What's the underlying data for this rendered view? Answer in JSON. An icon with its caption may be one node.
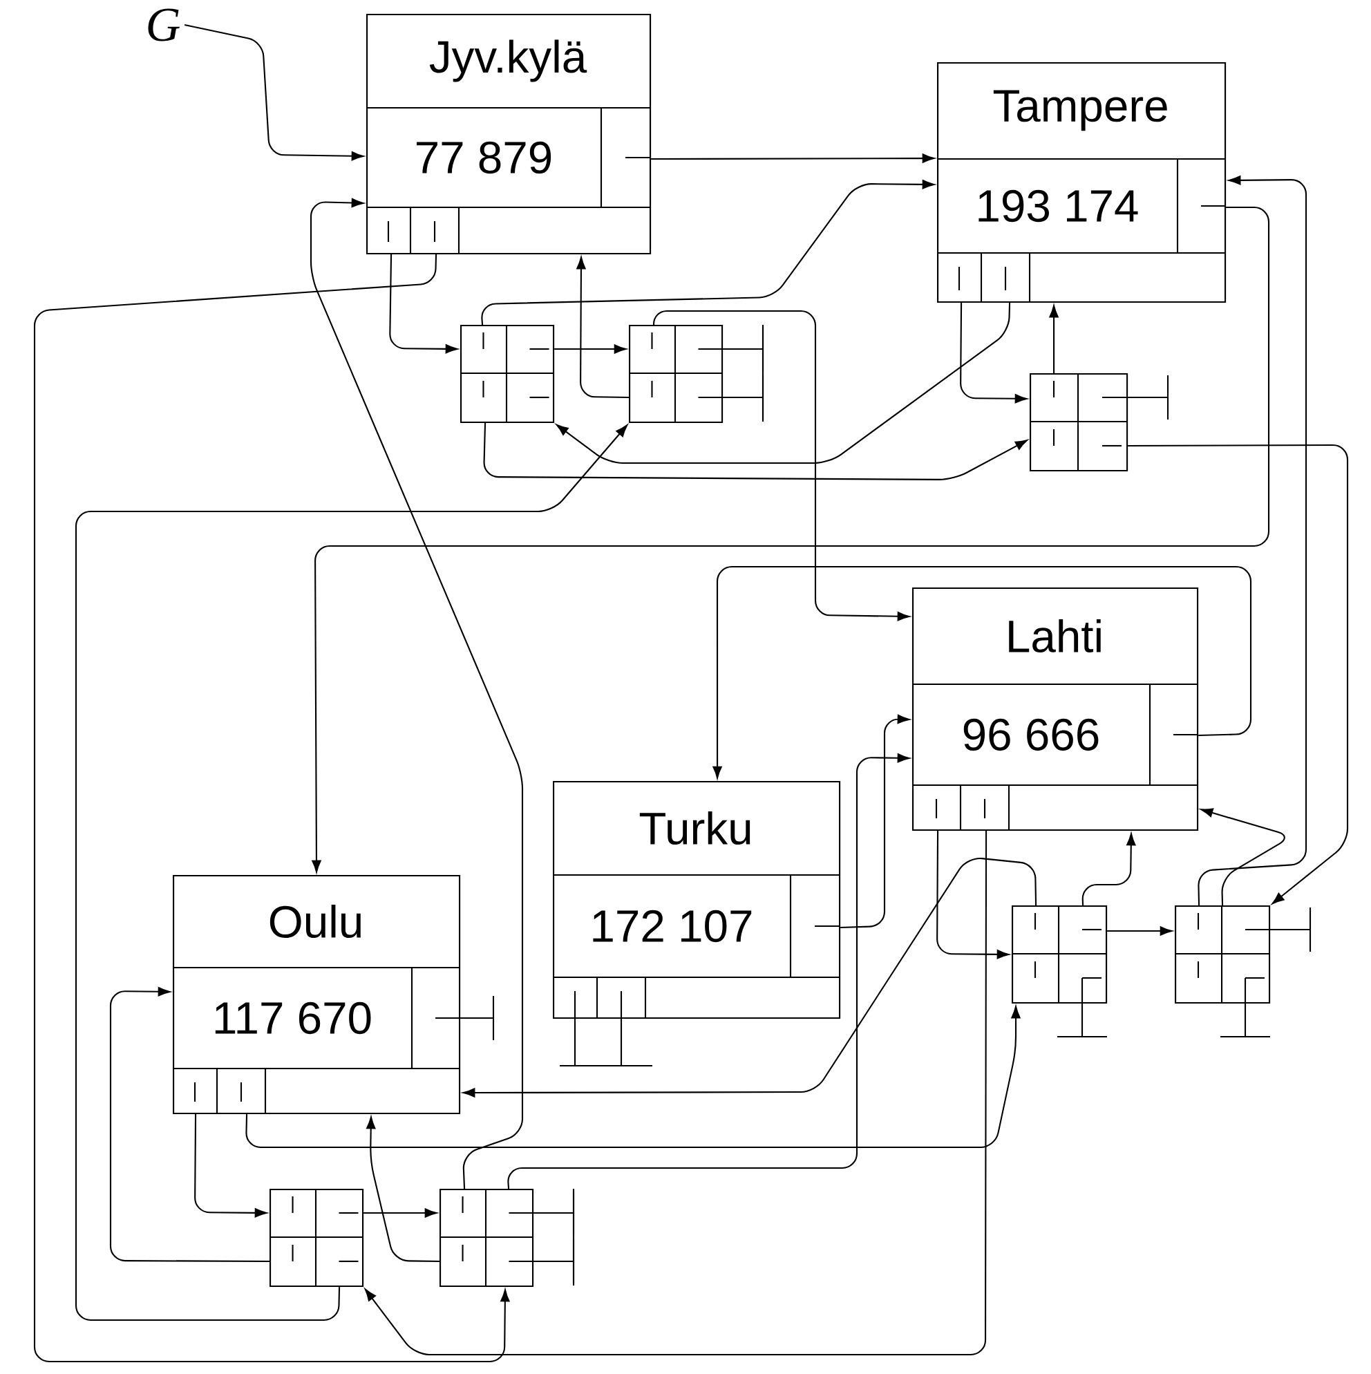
{
  "diagram": {
    "nodes": [
      {
        "text": [
          "G"
        ]
      },
      {
        "text": [
          "Jyv.kylä",
          "77 879"
        ]
      },
      {
        "text": [
          "Tampere",
          "193 174"
        ]
      },
      {
        "text": [
          "Lahti",
          "96 666"
        ]
      },
      {
        "text": [
          "Turku",
          "172 107"
        ]
      },
      {
        "text": [
          "Oulu",
          "117 670"
        ]
      },
      {
        "text": [],
        "shape": "box"
      },
      {
        "text": [],
        "shape": "box"
      },
      {
        "text": [],
        "shape": "box"
      },
      {
        "text": [],
        "shape": "box"
      },
      {
        "text": [],
        "shape": "box"
      },
      {
        "text": [],
        "shape": "box"
      },
      {
        "text": [],
        "shape": "box"
      }
    ],
    "edges": [
      {
        "from": 0,
        "to": 1,
        "arrow": "to"
      },
      {
        "from": 1,
        "to": 2,
        "arrow": "to"
      },
      {
        "from": 1,
        "to": 6,
        "arrow": "to"
      },
      {
        "from": 6,
        "to": 7,
        "arrow": "to"
      },
      {
        "from": 6,
        "to": 2,
        "arrow": "to"
      },
      {
        "from": 7,
        "to": 1,
        "arrow": "to"
      },
      {
        "from": 7,
        "to": 3,
        "arrow": "to"
      },
      {
        "from": 2,
        "to": 8,
        "arrow": "to"
      },
      {
        "from": 8,
        "to": 2,
        "arrow": "to"
      },
      {
        "from": 8,
        "to": 10,
        "arrow": "to"
      },
      {
        "from": 10,
        "to": 2,
        "arrow": "to"
      },
      {
        "from": 10,
        "to": 3,
        "arrow": "to"
      },
      {
        "from": 2,
        "to": 6,
        "arrow": "to"
      },
      {
        "from": 6,
        "to": 8,
        "arrow": "to"
      },
      {
        "from": 2,
        "to": 5,
        "arrow": "to"
      },
      {
        "from": 3,
        "to": 4,
        "arrow": "to"
      },
      {
        "from": 4,
        "to": 3,
        "arrow": "to"
      },
      {
        "from": 3,
        "to": 9,
        "arrow": "to"
      },
      {
        "from": 9,
        "to": 10,
        "arrow": "to"
      },
      {
        "from": 9,
        "to": 3,
        "arrow": "to"
      },
      {
        "from": 3,
        "to": 11,
        "arrow": "to"
      },
      {
        "from": 5,
        "to": 11,
        "arrow": "to"
      },
      {
        "from": 11,
        "to": 12,
        "arrow": "to"
      },
      {
        "from": 11,
        "to": 5,
        "arrow": "to"
      },
      {
        "from": 12,
        "to": 5,
        "arrow": "to"
      },
      {
        "from": 12,
        "to": 1,
        "arrow": "to"
      },
      {
        "from": 1,
        "to": 12,
        "arrow": "to"
      },
      {
        "from": 11,
        "to": 7,
        "arrow": "to"
      },
      {
        "from": 5,
        "to": 9,
        "arrow": "to"
      },
      {
        "from": 9,
        "to": 5,
        "arrow": "to"
      },
      {
        "from": 12,
        "to": 3,
        "arrow": "to"
      }
    ]
  }
}
